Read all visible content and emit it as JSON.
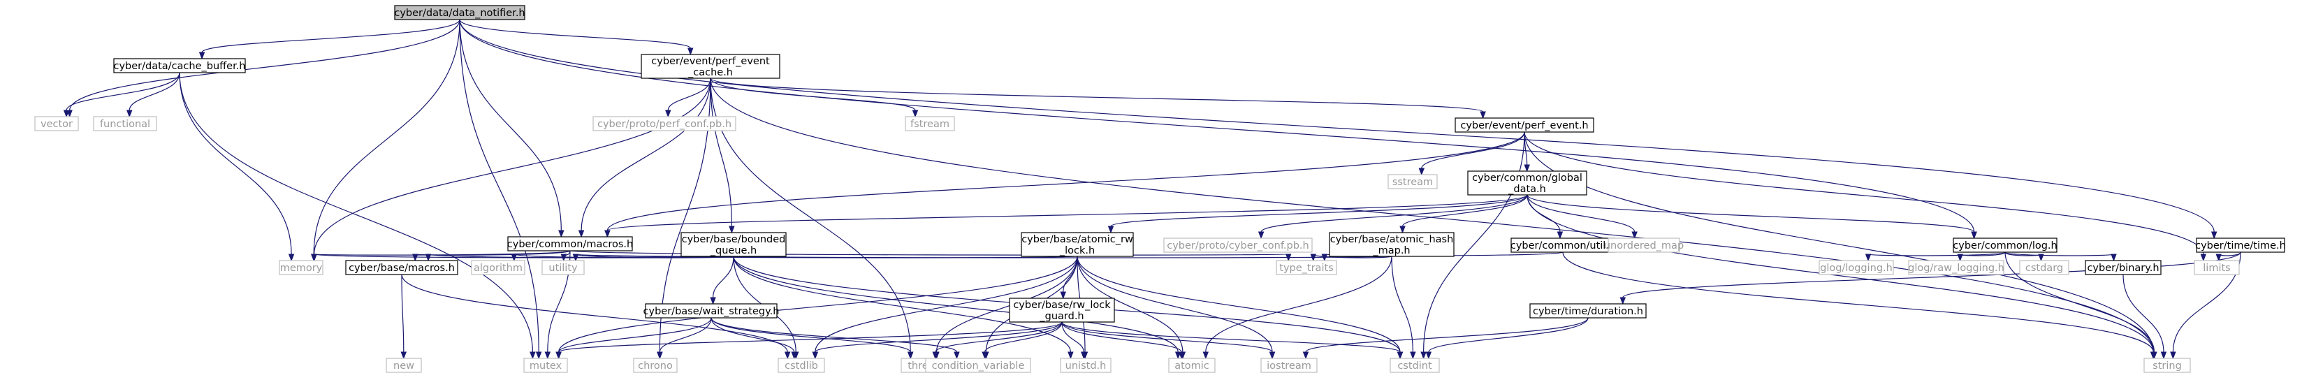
{
  "title": "",
  "nodes": [
    {
      "id": "root",
      "kind": "root",
      "lines": [
        "cyber/data/data_notifier.h"
      ]
    },
    {
      "id": "cache_buffer",
      "kind": "local",
      "lines": [
        "cyber/data/cache_buffer.h"
      ]
    },
    {
      "id": "perf_event_cache",
      "kind": "local",
      "lines": [
        "cyber/event/perf_event",
        "_cache.h"
      ]
    },
    {
      "id": "vector",
      "kind": "system",
      "lines": [
        "vector"
      ]
    },
    {
      "id": "functional",
      "kind": "system",
      "lines": [
        "functional"
      ]
    },
    {
      "id": "perf_conf_pb",
      "kind": "system",
      "lines": [
        "cyber/proto/perf_conf.pb.h"
      ]
    },
    {
      "id": "fstream",
      "kind": "system",
      "lines": [
        "fstream"
      ]
    },
    {
      "id": "perf_event",
      "kind": "local",
      "lines": [
        "cyber/event/perf_event.h"
      ]
    },
    {
      "id": "sstream",
      "kind": "system",
      "lines": [
        "sstream"
      ]
    },
    {
      "id": "global_data",
      "kind": "local",
      "lines": [
        "cyber/common/global",
        "_data.h"
      ]
    },
    {
      "id": "time",
      "kind": "local",
      "lines": [
        "cyber/time/time.h"
      ]
    },
    {
      "id": "common_macros",
      "kind": "local",
      "lines": [
        "cyber/common/macros.h"
      ]
    },
    {
      "id": "bounded_queue",
      "kind": "local",
      "lines": [
        "cyber/base/bounded",
        "_queue.h"
      ]
    },
    {
      "id": "atomic_rw_lock",
      "kind": "local",
      "lines": [
        "cyber/base/atomic_rw",
        "_lock.h"
      ]
    },
    {
      "id": "cyber_conf_pb",
      "kind": "system",
      "lines": [
        "cyber/proto/cyber_conf.pb.h"
      ]
    },
    {
      "id": "atomic_hash_map",
      "kind": "local",
      "lines": [
        "cyber/base/atomic_hash",
        "_map.h"
      ]
    },
    {
      "id": "util",
      "kind": "local",
      "lines": [
        "cyber/common/util.h"
      ]
    },
    {
      "id": "unordered_map",
      "kind": "system",
      "lines": [
        "unordered_map"
      ]
    },
    {
      "id": "log",
      "kind": "local",
      "lines": [
        "cyber/common/log.h"
      ]
    },
    {
      "id": "memory",
      "kind": "system",
      "lines": [
        "memory"
      ]
    },
    {
      "id": "base_macros",
      "kind": "local",
      "lines": [
        "cyber/base/macros.h"
      ]
    },
    {
      "id": "algorithm",
      "kind": "system",
      "lines": [
        "algorithm"
      ]
    },
    {
      "id": "utility",
      "kind": "system",
      "lines": [
        "utility"
      ]
    },
    {
      "id": "wait_strategy",
      "kind": "local",
      "lines": [
        "cyber/base/wait_strategy.h"
      ]
    },
    {
      "id": "rw_lock_guard",
      "kind": "local",
      "lines": [
        "cyber/base/rw_lock",
        "_guard.h"
      ]
    },
    {
      "id": "type_traits",
      "kind": "system",
      "lines": [
        "type_traits"
      ]
    },
    {
      "id": "duration",
      "kind": "local",
      "lines": [
        "cyber/time/duration.h"
      ]
    },
    {
      "id": "glog_logging",
      "kind": "system",
      "lines": [
        "glog/logging.h"
      ]
    },
    {
      "id": "glog_raw_logging",
      "kind": "system",
      "lines": [
        "glog/raw_logging.h"
      ]
    },
    {
      "id": "cstdarg",
      "kind": "system",
      "lines": [
        "cstdarg"
      ]
    },
    {
      "id": "binary",
      "kind": "local",
      "lines": [
        "cyber/binary.h"
      ]
    },
    {
      "id": "limits",
      "kind": "system",
      "lines": [
        "limits"
      ]
    },
    {
      "id": "new",
      "kind": "system",
      "lines": [
        "new"
      ]
    },
    {
      "id": "mutex",
      "kind": "system",
      "lines": [
        "mutex"
      ]
    },
    {
      "id": "chrono",
      "kind": "system",
      "lines": [
        "chrono"
      ]
    },
    {
      "id": "cstdlib",
      "kind": "system",
      "lines": [
        "cstdlib"
      ]
    },
    {
      "id": "thread",
      "kind": "system",
      "lines": [
        "thread"
      ]
    },
    {
      "id": "condition_variable",
      "kind": "system",
      "lines": [
        "condition_variable"
      ]
    },
    {
      "id": "unistd",
      "kind": "system",
      "lines": [
        "unistd.h"
      ]
    },
    {
      "id": "atomic",
      "kind": "system",
      "lines": [
        "atomic"
      ]
    },
    {
      "id": "iostream",
      "kind": "system",
      "lines": [
        "iostream"
      ]
    },
    {
      "id": "cstdint",
      "kind": "system",
      "lines": [
        "cstdint"
      ]
    },
    {
      "id": "string",
      "kind": "system",
      "lines": [
        "string"
      ]
    }
  ],
  "edges": [
    [
      "root",
      "cache_buffer"
    ],
    [
      "root",
      "perf_event_cache"
    ],
    [
      "root",
      "vector"
    ],
    [
      "root",
      "memory"
    ],
    [
      "root",
      "mutex"
    ],
    [
      "root",
      "common_macros"
    ],
    [
      "root",
      "log"
    ],
    [
      "root",
      "time"
    ],
    [
      "cache_buffer",
      "vector"
    ],
    [
      "cache_buffer",
      "functional"
    ],
    [
      "cache_buffer",
      "memory"
    ],
    [
      "cache_buffer",
      "mutex"
    ],
    [
      "perf_event_cache",
      "perf_conf_pb"
    ],
    [
      "perf_event_cache",
      "fstream"
    ],
    [
      "perf_event_cache",
      "perf_event"
    ],
    [
      "perf_event_cache",
      "common_macros"
    ],
    [
      "perf_event_cache",
      "bounded_queue"
    ],
    [
      "perf_event_cache",
      "memory"
    ],
    [
      "perf_event_cache",
      "thread"
    ],
    [
      "perf_event_cache",
      "chrono"
    ],
    [
      "perf_event_cache",
      "string"
    ],
    [
      "perf_event",
      "sstream"
    ],
    [
      "perf_event",
      "global_data"
    ],
    [
      "perf_event",
      "common_macros"
    ],
    [
      "perf_event",
      "cstdint"
    ],
    [
      "perf_event",
      "limits"
    ],
    [
      "perf_event",
      "string"
    ],
    [
      "global_data",
      "common_macros"
    ],
    [
      "global_data",
      "atomic_rw_lock"
    ],
    [
      "global_data",
      "cyber_conf_pb"
    ],
    [
      "global_data",
      "atomic_hash_map"
    ],
    [
      "global_data",
      "util"
    ],
    [
      "global_data",
      "unordered_map"
    ],
    [
      "global_data",
      "log"
    ],
    [
      "global_data",
      "string"
    ],
    [
      "time",
      "duration"
    ],
    [
      "time",
      "limits"
    ],
    [
      "time",
      "string"
    ],
    [
      "common_macros",
      "memory"
    ],
    [
      "common_macros",
      "utility"
    ],
    [
      "common_macros",
      "base_macros"
    ],
    [
      "common_macros",
      "mutex"
    ],
    [
      "common_macros",
      "type_traits"
    ],
    [
      "bounded_queue",
      "memory"
    ],
    [
      "bounded_queue",
      "algorithm"
    ],
    [
      "bounded_queue",
      "utility"
    ],
    [
      "bounded_queue",
      "wait_strategy"
    ],
    [
      "bounded_queue",
      "base_macros"
    ],
    [
      "bounded_queue",
      "cstdlib"
    ],
    [
      "bounded_queue",
      "unistd"
    ],
    [
      "bounded_queue",
      "atomic"
    ],
    [
      "bounded_queue",
      "cstdint"
    ],
    [
      "atomic_rw_lock",
      "rw_lock_guard"
    ],
    [
      "atomic_rw_lock",
      "utility"
    ],
    [
      "atomic_rw_lock",
      "cstdlib"
    ],
    [
      "atomic_rw_lock",
      "mutex"
    ],
    [
      "atomic_rw_lock",
      "thread"
    ],
    [
      "atomic_rw_lock",
      "condition_variable"
    ],
    [
      "atomic_rw_lock",
      "unistd"
    ],
    [
      "atomic_rw_lock",
      "atomic"
    ],
    [
      "atomic_rw_lock",
      "iostream"
    ],
    [
      "atomic_rw_lock",
      "cstdint"
    ],
    [
      "atomic_hash_map",
      "utility"
    ],
    [
      "atomic_hash_map",
      "type_traits"
    ],
    [
      "atomic_hash_map",
      "atomic"
    ],
    [
      "atomic_hash_map",
      "cstdint"
    ],
    [
      "util",
      "type_traits"
    ],
    [
      "util",
      "string"
    ],
    [
      "log",
      "glog_logging"
    ],
    [
      "log",
      "glog_raw_logging"
    ],
    [
      "log",
      "cstdarg"
    ],
    [
      "log",
      "binary"
    ],
    [
      "log",
      "string"
    ],
    [
      "binary",
      "string"
    ],
    [
      "base_macros",
      "new"
    ],
    [
      "base_macros",
      "cstdlib"
    ],
    [
      "wait_strategy",
      "mutex"
    ],
    [
      "wait_strategy",
      "chrono"
    ],
    [
      "wait_strategy",
      "cstdlib"
    ],
    [
      "wait_strategy",
      "thread"
    ],
    [
      "wait_strategy",
      "condition_variable"
    ],
    [
      "rw_lock_guard",
      "mutex"
    ],
    [
      "rw_lock_guard",
      "cstdlib"
    ],
    [
      "rw_lock_guard",
      "thread"
    ],
    [
      "rw_lock_guard",
      "condition_variable"
    ],
    [
      "rw_lock_guard",
      "unistd"
    ],
    [
      "rw_lock_guard",
      "atomic"
    ],
    [
      "rw_lock_guard",
      "iostream"
    ],
    [
      "rw_lock_guard",
      "cstdint"
    ],
    [
      "duration",
      "iostream"
    ],
    [
      "duration",
      "cstdint"
    ]
  ]
}
